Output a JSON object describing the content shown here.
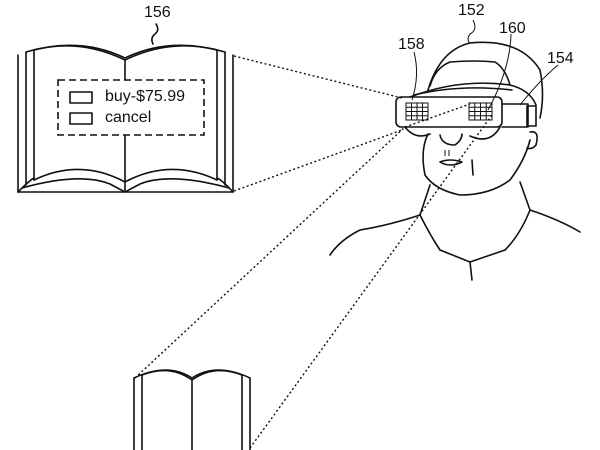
{
  "reference_labels": {
    "book_overlay": "156",
    "user": "152",
    "display_left": "158",
    "display_right": "160",
    "headset": "154"
  },
  "overlay_menu": {
    "items": [
      {
        "label": "buy-$75.99"
      },
      {
        "label": "cancel"
      }
    ]
  }
}
